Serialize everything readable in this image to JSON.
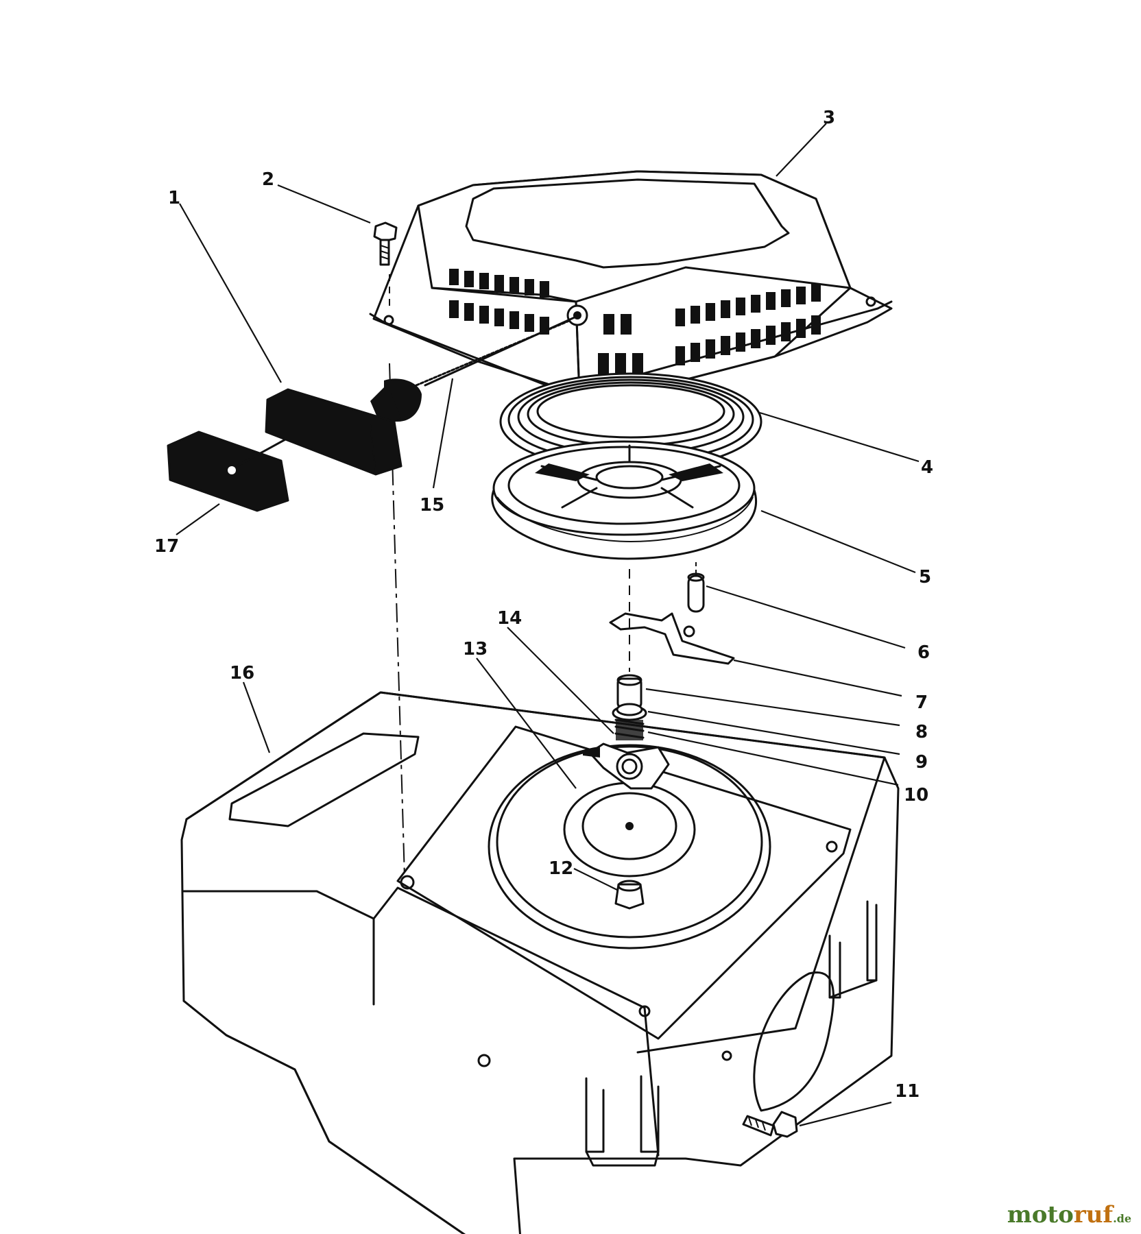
{
  "callouts": [
    {
      "id": "1",
      "text": "1"
    },
    {
      "id": "2",
      "text": "2"
    },
    {
      "id": "3",
      "text": "3"
    },
    {
      "id": "4",
      "text": "4"
    },
    {
      "id": "5",
      "text": "5"
    },
    {
      "id": "6",
      "text": "6"
    },
    {
      "id": "7",
      "text": "7"
    },
    {
      "id": "8",
      "text": "8"
    },
    {
      "id": "9",
      "text": "9"
    },
    {
      "id": "10",
      "text": "10"
    },
    {
      "id": "11",
      "text": "11"
    },
    {
      "id": "12",
      "text": "12"
    },
    {
      "id": "13",
      "text": "13"
    },
    {
      "id": "14",
      "text": "14"
    },
    {
      "id": "15",
      "text": "15"
    },
    {
      "id": "16",
      "text": "16"
    },
    {
      "id": "17",
      "text": "17"
    }
  ],
  "watermark": {
    "part1": "moto",
    "part2": "ruf",
    "part3": ".de"
  }
}
